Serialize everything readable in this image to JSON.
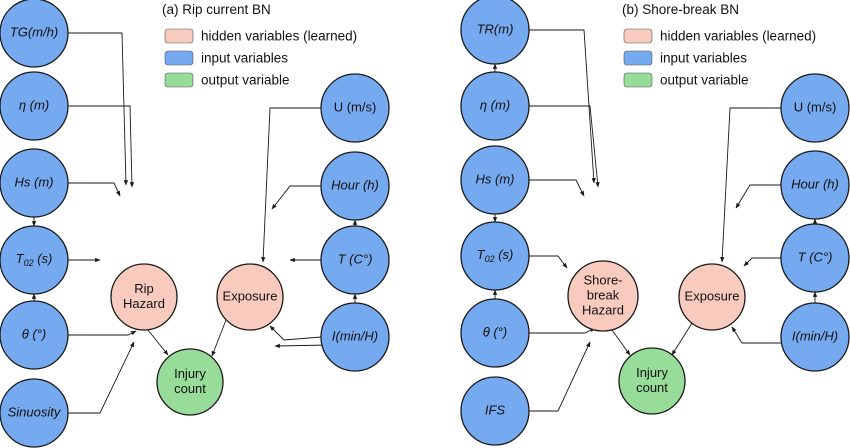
{
  "colors": {
    "hidden": "#f8cbbe",
    "input": "#76aaf0",
    "output": "#98dc9a"
  },
  "legend": [
    {
      "key": "hidden",
      "label": "hidden variables (learned)"
    },
    {
      "key": "input",
      "label": "input variables"
    },
    {
      "key": "output",
      "label": "output variable"
    }
  ],
  "panels": [
    {
      "id": "a",
      "title": "(a) Rip current BN",
      "nodes": [
        {
          "id": "tg",
          "type": "input",
          "lines": [
            "TG(m/h)"
          ],
          "italic": true
        },
        {
          "id": "eta",
          "type": "input",
          "lines": [
            "η (m)"
          ],
          "italic": true
        },
        {
          "id": "hs",
          "type": "input",
          "lines": [
            "Hs (m)"
          ],
          "italic": true
        },
        {
          "id": "t02",
          "type": "input",
          "lines": [
            "T02 (s)"
          ],
          "italic": true
        },
        {
          "id": "theta",
          "type": "input",
          "lines": [
            "θ (°)"
          ],
          "italic": true
        },
        {
          "id": "sin",
          "type": "input",
          "lines": [
            "Sinuosity"
          ],
          "italic": true
        },
        {
          "id": "hazard",
          "type": "hidden",
          "lines": [
            "Rip",
            "Hazard"
          ],
          "italic": false
        },
        {
          "id": "injury",
          "type": "output",
          "lines": [
            "Injury",
            "count"
          ],
          "italic": false
        },
        {
          "id": "exposure",
          "type": "hidden",
          "lines": [
            "Exposure"
          ],
          "italic": false
        },
        {
          "id": "u",
          "type": "input",
          "lines": [
            "U (m/s)"
          ],
          "italic": false
        },
        {
          "id": "hour",
          "type": "input",
          "lines": [
            "Hour (h)"
          ],
          "italic": true
        },
        {
          "id": "temp",
          "type": "input",
          "lines": [
            "T (C°)"
          ],
          "italic": true
        },
        {
          "id": "imin",
          "type": "input",
          "lines": [
            "I(min/H)"
          ],
          "italic": true
        }
      ]
    },
    {
      "id": "b",
      "title": "(b) Shore-break BN",
      "nodes": [
        {
          "id": "tr",
          "type": "input",
          "lines": [
            "TR(m)"
          ],
          "italic": true
        },
        {
          "id": "eta",
          "type": "input",
          "lines": [
            "η (m)"
          ],
          "italic": true
        },
        {
          "id": "hs",
          "type": "input",
          "lines": [
            "Hs (m)"
          ],
          "italic": true
        },
        {
          "id": "t02",
          "type": "input",
          "lines": [
            "T02 (s)"
          ],
          "italic": true
        },
        {
          "id": "theta",
          "type": "input",
          "lines": [
            "θ (°)"
          ],
          "italic": true
        },
        {
          "id": "ifs",
          "type": "input",
          "lines": [
            "IFS"
          ],
          "italic": true
        },
        {
          "id": "hazard",
          "type": "hidden",
          "lines": [
            "Shore-",
            "break",
            "Hazard"
          ],
          "italic": false
        },
        {
          "id": "injury",
          "type": "output",
          "lines": [
            "Injury",
            "count"
          ],
          "italic": false
        },
        {
          "id": "exposure",
          "type": "hidden",
          "lines": [
            "Exposure"
          ],
          "italic": false
        },
        {
          "id": "u",
          "type": "input",
          "lines": [
            "U (m/s)"
          ],
          "italic": false
        },
        {
          "id": "hour",
          "type": "input",
          "lines": [
            "Hour (h)"
          ],
          "italic": true
        },
        {
          "id": "temp",
          "type": "input",
          "lines": [
            "T (C°)"
          ],
          "italic": true
        },
        {
          "id": "imin",
          "type": "input",
          "lines": [
            "I(min/H)"
          ],
          "italic": true
        }
      ]
    }
  ]
}
